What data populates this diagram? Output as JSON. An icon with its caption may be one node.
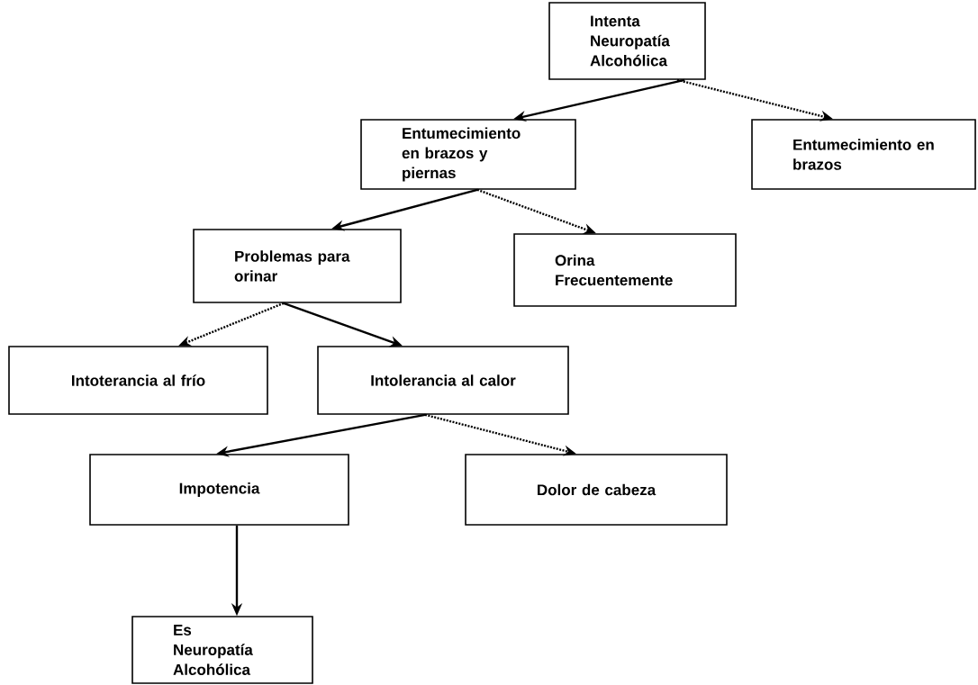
{
  "diagram": {
    "nodes": [
      {
        "text": [
          "Intenta Neuropatía Alcohólica"
        ]
      },
      {
        "text": [
          "Entumecimiento en brazos y piernas"
        ]
      },
      {
        "text": [
          "Entumecimiento en brazos"
        ]
      },
      {
        "text": [
          "Problemas para orinar"
        ]
      },
      {
        "text": [
          "Orina Frecuentemente"
        ]
      },
      {
        "text": [
          "Intoterancia al frío"
        ]
      },
      {
        "text": [
          "Intolerancia al calor"
        ]
      },
      {
        "text": [
          "Impotencia"
        ]
      },
      {
        "text": [
          "Dolor de cabeza"
        ]
      },
      {
        "text": [
          "Es Neuropatía Alcohólica"
        ]
      }
    ],
    "edges": [
      {
        "from": 0,
        "to": 1,
        "arrow": "to"
      },
      {
        "from": 0,
        "to": 2,
        "arrow": "to",
        "style": "dashed"
      },
      {
        "from": 1,
        "to": 3,
        "arrow": "to"
      },
      {
        "from": 1,
        "to": 4,
        "arrow": "to",
        "style": "dashed"
      },
      {
        "from": 3,
        "to": 5,
        "arrow": "to",
        "style": "dashed"
      },
      {
        "from": 3,
        "to": 6,
        "arrow": "to"
      },
      {
        "from": 6,
        "to": 7,
        "arrow": "to"
      },
      {
        "from": 6,
        "to": 8,
        "arrow": "to",
        "style": "dashed"
      },
      {
        "from": 7,
        "to": 9,
        "arrow": "to"
      }
    ]
  }
}
